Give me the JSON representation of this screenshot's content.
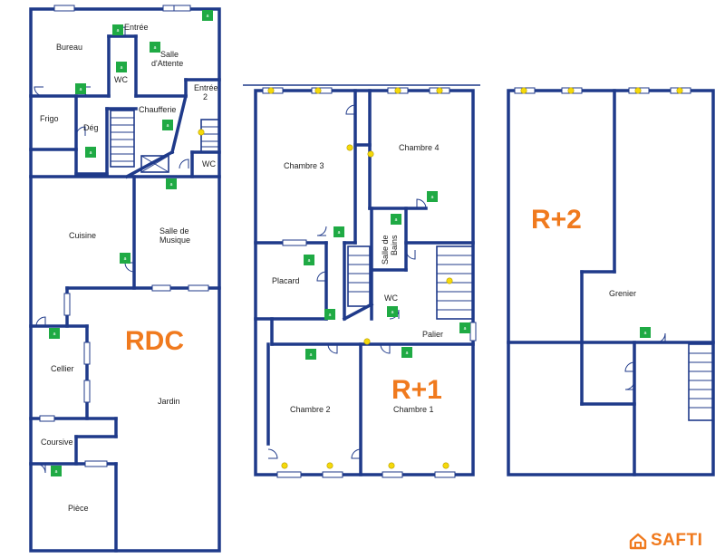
{
  "levels": {
    "rdc": {
      "label": "RDC",
      "rooms": {
        "entree": "Entrée",
        "bureau": "Bureau",
        "salle_attente_1": "Salle",
        "salle_attente_2": "d'Attente",
        "entree2_1": "Entrée",
        "entree2_2": "2",
        "wc1": "WC",
        "frigo": "Frigo",
        "deg": "Dég",
        "chaufferie": "Chaufferie",
        "wc2": "WC",
        "cuisine": "Cuisine",
        "musique_1": "Salle de",
        "musique_2": "Musique",
        "cellier": "Cellier",
        "jardin": "Jardin",
        "coursive": "Coursive",
        "piece": "Pièce"
      }
    },
    "r1": {
      "label": "R+1",
      "rooms": {
        "chambre3": "Chambre 3",
        "chambre4": "Chambre 4",
        "sdb_1": "Salle de",
        "sdb_2": "Bains",
        "placard": "Placard",
        "wc": "WC",
        "palier": "Palier",
        "chambre2": "Chambre 2",
        "chambre1": "Chambre 1"
      }
    },
    "r2": {
      "label": "R+2",
      "rooms": {
        "grenier": "Grenier"
      }
    }
  },
  "sensor_mark": "a",
  "brand": {
    "name": "SAFTI",
    "color": "#f07a1e"
  },
  "colors": {
    "wall": "#1f3a8a",
    "sensor": "#1faa44",
    "light": "#f5d90a",
    "level_label": "#f07a1e"
  }
}
